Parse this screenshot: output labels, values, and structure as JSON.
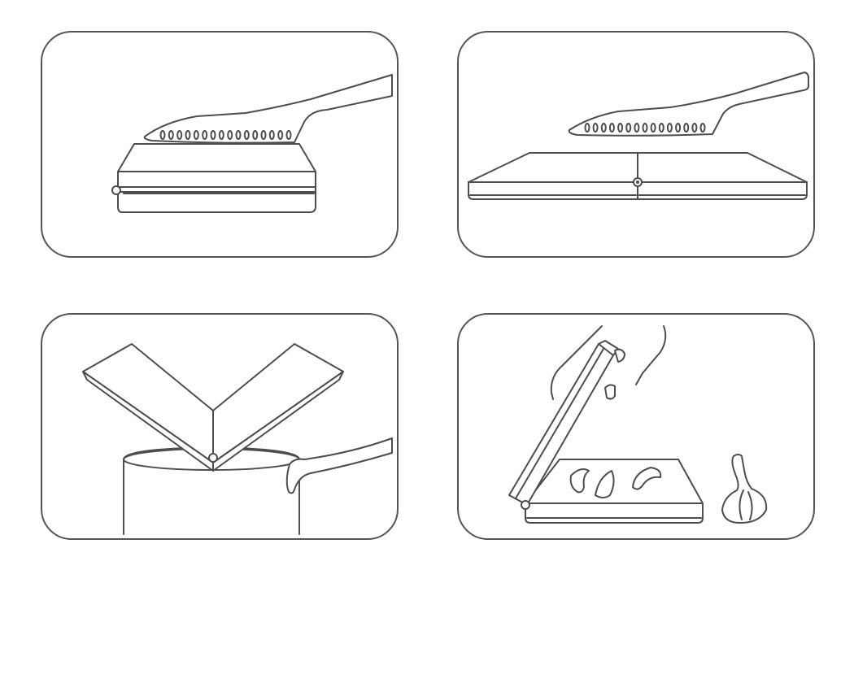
{
  "panels": [
    {
      "id": "p1",
      "depicts": [
        "knife-icon",
        "folded-cutting-board-icon"
      ]
    },
    {
      "id": "p2",
      "depicts": [
        "knife-icon",
        "unfolded-cutting-board-icon"
      ]
    },
    {
      "id": "p3",
      "depicts": [
        "v-folded-board-icon",
        "cooking-pot-icon"
      ]
    },
    {
      "id": "p4",
      "depicts": [
        "hand-icon",
        "open-cutting-board-icon",
        "garlic-clove-icon",
        "garlic-bulb-icon"
      ]
    }
  ],
  "colors": {
    "line": "#4d4d4d",
    "panel_border": "#555555",
    "background": "#ffffff"
  }
}
